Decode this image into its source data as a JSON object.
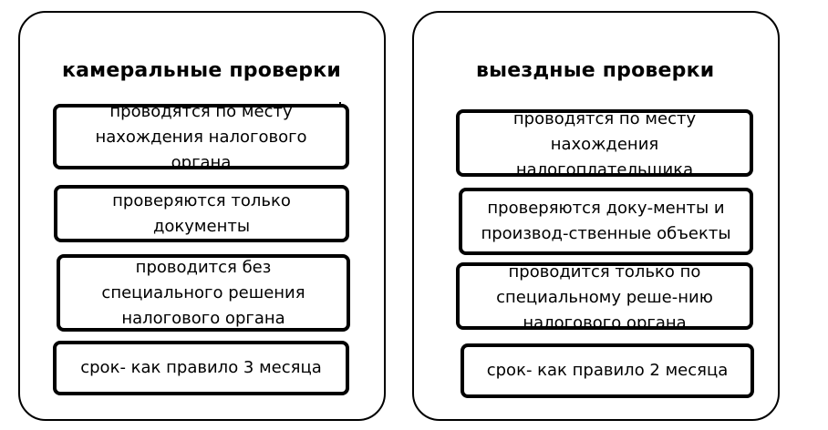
{
  "left": {
    "title": "камеральные проверки",
    "items": [
      "проводятся по месту\nнахождения налогового\nоргана",
      "проверяются только\nдокументы",
      "проводится без\nспециального решения\nналогового органа",
      "срок- как правило 3 месяца"
    ]
  },
  "right": {
    "title": "выездные проверки",
    "items": [
      "проводятся по месту\nнахождения\nналогоплательщика",
      "проверяются доку-менты и\nпроизвод-ственные объекты",
      "проводится только по\nспециальному реше-нию\nналогового органа",
      "срок- как правило 2 месяца"
    ]
  }
}
